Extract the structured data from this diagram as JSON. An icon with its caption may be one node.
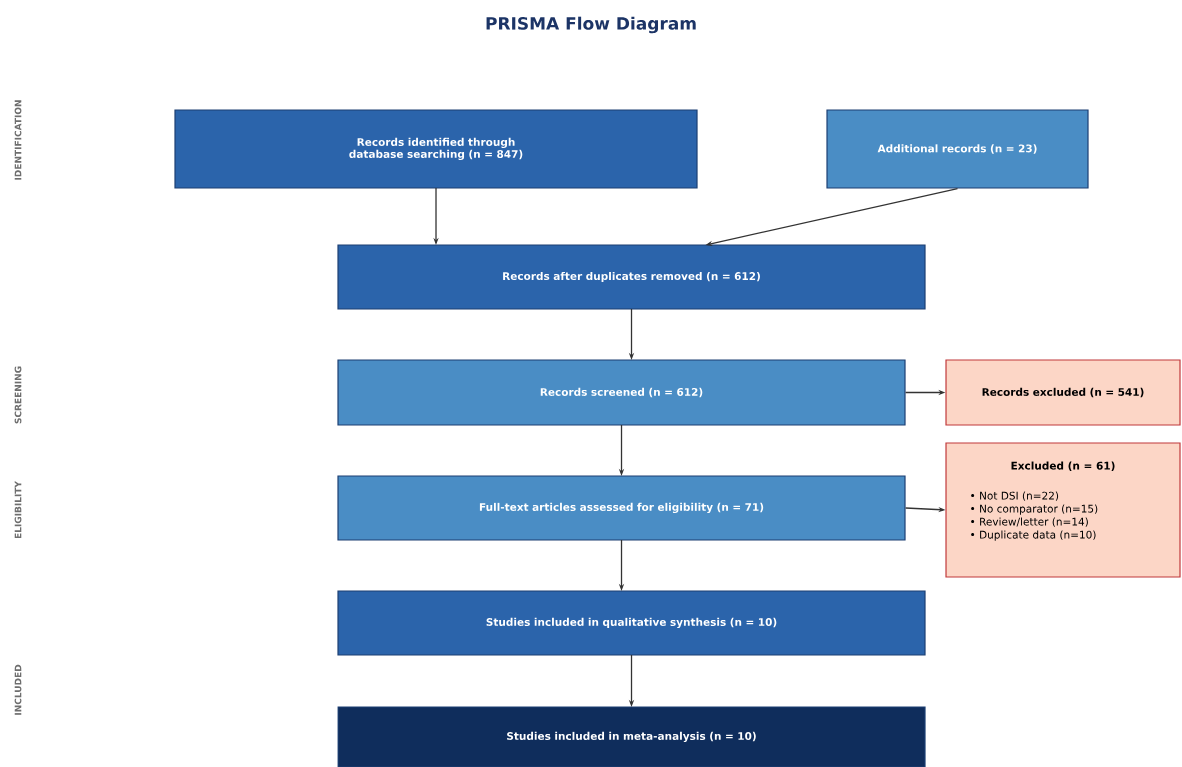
{
  "diagram": {
    "title": "PRISMA Flow Diagram",
    "nodes": [
      {
        "text": [
          "Records identified through database searching (n = 847)"
        ]
      },
      {
        "text": [
          "Additional records (n = 23)"
        ]
      },
      {
        "text": [
          "Records after duplicates removed (n = 612)"
        ]
      },
      {
        "text": [
          "Records screened (n = 612)"
        ]
      },
      {
        "text": [
          "Records excluded (n = 541)"
        ]
      },
      {
        "text": [
          "Full-text articles assessed for eligibility (n = 71)"
        ]
      },
      {
        "text": [
          "Excluded (n = 61)",
          "• Not DSI (n=22)",
          "• No comparator (n=15)",
          "• Review/letter (n=14)",
          "• Duplicate data (n=10)"
        ]
      },
      {
        "text": [
          "Studies included in qualitative synthesis (n = 10)"
        ]
      },
      {
        "text": [
          "Studies included in meta-analysis (n = 10)"
        ]
      }
    ],
    "edges": [
      {
        "from": 0,
        "to": 2,
        "arrow": "to"
      },
      {
        "from": 1,
        "to": 2,
        "arrow": "to"
      },
      {
        "from": 2,
        "to": 3,
        "arrow": "to"
      },
      {
        "from": 3,
        "to": 4,
        "arrow": "to"
      },
      {
        "from": 3,
        "to": 5,
        "arrow": "to"
      },
      {
        "from": 5,
        "to": 6,
        "arrow": "to"
      },
      {
        "from": 5,
        "to": 7,
        "arrow": "to"
      },
      {
        "from": 7,
        "to": 8,
        "arrow": "to"
      }
    ],
    "labels": [
      "IDENTIFICATION",
      "SCREENING",
      "ELIGIBILITY",
      "INCLUDED"
    ]
  }
}
